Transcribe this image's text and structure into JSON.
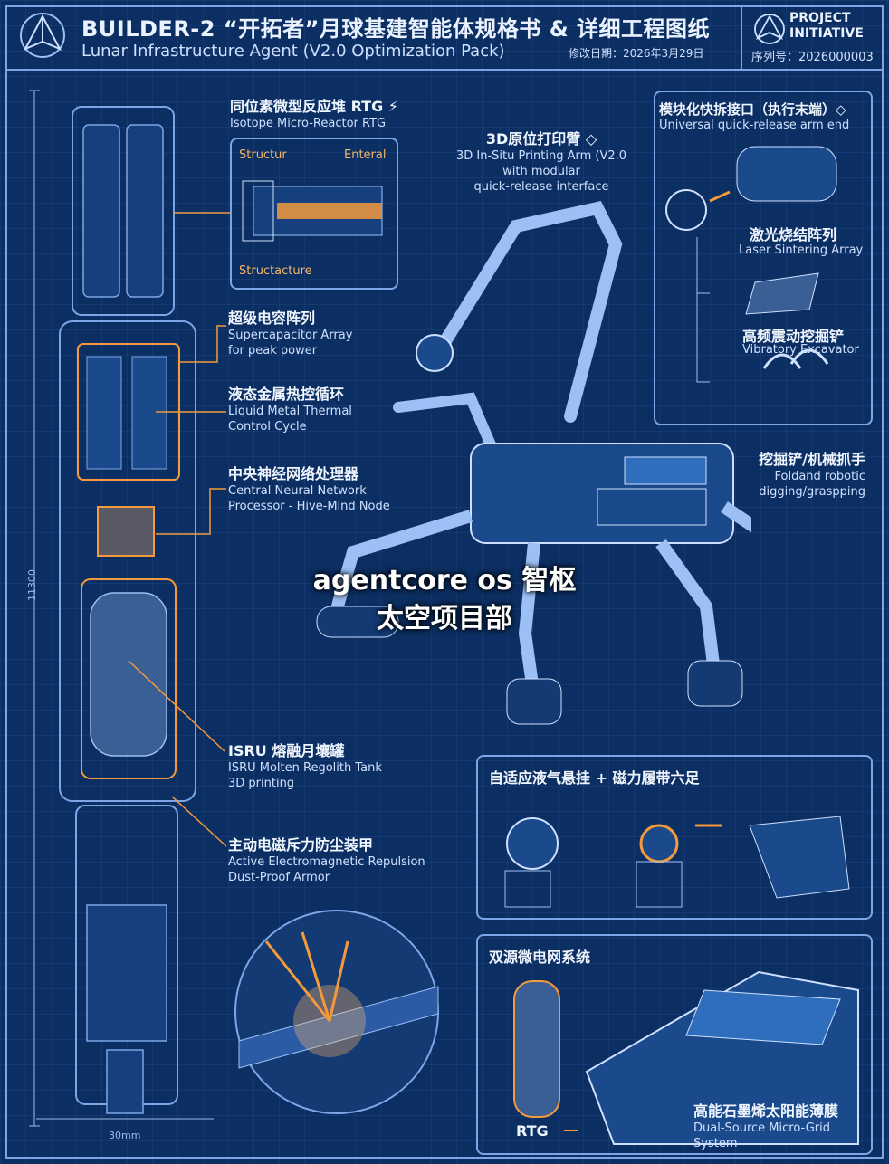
{
  "header": {
    "title_cn": "BUILDER-2 “开拓者”月球基建智能体规格书 & 详细工程图纸",
    "title_en": "Lunar Infrastructure Agent (V2.0 Optimization Pack)",
    "revision_date": "修改日期：2026年3月29日",
    "project_line1": "PROJECT",
    "project_line2": "INITIATIVE",
    "serial": "序列号：2026000003"
  },
  "left_column": {
    "dimension_height": "11300",
    "dimension_width": "30mm"
  },
  "callouts": {
    "rtg": {
      "cn": "同位素微型反应堆 RTG ⚡",
      "en": "Isotope Micro-Reactor RTG"
    },
    "rtg_inset": {
      "label1": "Structur",
      "label2": "Enteral",
      "label3": "Structacture"
    },
    "supercap": {
      "cn": "超级电容阵列",
      "en1": "Supercapacitor Array",
      "en2": "for peak power"
    },
    "thermal": {
      "cn": "液态金属热控循环",
      "en1": "Liquid Metal Thermal",
      "en2": "Control Cycle"
    },
    "cnp": {
      "cn": "中央神经网络处理器",
      "en1": "Central Neural Network",
      "en2": "Processor - Hive-Mind Node"
    },
    "isru": {
      "cn": "ISRU 熔融月壤罐",
      "en1": "ISRU Molten Regolith Tank",
      "en2": "3D printing"
    },
    "armor": {
      "cn": "主动电磁斥力防尘装甲",
      "en1": "Active Electromagnetic Repulsion",
      "en2": "Dust-Proof Armor"
    },
    "printarm": {
      "cn": "3D原位打印臂 ◇",
      "en1": "3D In-Situ Printing Arm (V2.0",
      "en2": "with modular",
      "en3": "quick-release interface"
    },
    "digger": {
      "cn": "挖掘铲/机械抓手",
      "en1": "Foldand robotic",
      "en2": "digging/graspping"
    }
  },
  "module_box": {
    "title_cn": "模块化快拆接口（执行末端）◇",
    "title_en": "Universal quick-release arm end",
    "laser_cn": "激光烧结阵列",
    "laser_en": "Laser Sintering Array",
    "vib_cn": "高频震动挖掘铲",
    "vib_en": "Vibratory Excavator"
  },
  "suspension_box": {
    "title": "自适应液气悬挂 + 磁力履带六足"
  },
  "grid_box": {
    "title": "双源微电网系统",
    "rtg": "RTG",
    "solar_cn": "高能石墨烯太阳能薄膜",
    "solar_en1": "Dual-Source Micro-Grid",
    "solar_en2": "System"
  },
  "watermark": {
    "line1": "agentcore os 智枢",
    "line2": "太空项目部"
  },
  "colors": {
    "background": "#0c2f63",
    "line": "#7da6e6",
    "accent": "#f59a3c"
  }
}
